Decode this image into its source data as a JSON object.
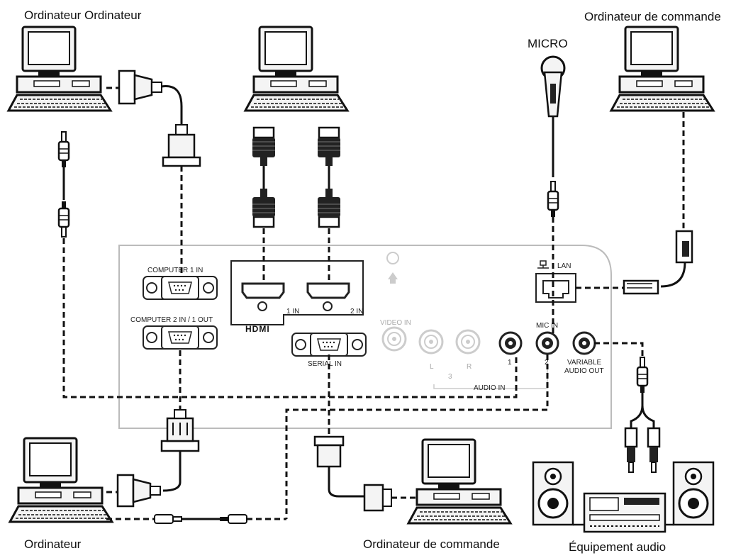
{
  "labels": {
    "top_left_computer": "Ordinateur Ordinateur",
    "microphone": "MICRO",
    "top_right_computer": "Ordinateur de commande",
    "bottom_left_computer": "Ordinateur",
    "bottom_middle_computer": "Ordinateur de commande",
    "audio_equipment": "Équipement audio"
  },
  "panel": {
    "computer1_in": "COMPUTER 1 IN",
    "computer2_in_out": "COMPUTER 2 IN / 1 OUT",
    "hdmi_logo": "HDMI",
    "hdmi_1_in": "1 IN",
    "hdmi_2_in": "2 IN",
    "serial_in": "SERIAL IN",
    "video_in": "VIDEO IN",
    "video_l": "L",
    "video_r": "R",
    "video_3": "3",
    "audio_in": "AUDIO IN",
    "audio_in_1": "1",
    "audio_in_2": "2",
    "mic_in": "MIC IN",
    "variable_audio_out": "VARIABLE",
    "variable_audio_out_2": "AUDIO OUT",
    "lan": "LAN"
  },
  "colors": {
    "line": "#111111",
    "panel_outline": "#bbbbbb",
    "device_fill": "#f4f4f4",
    "screen_fill": "#ffffff",
    "dark": "#222222"
  }
}
